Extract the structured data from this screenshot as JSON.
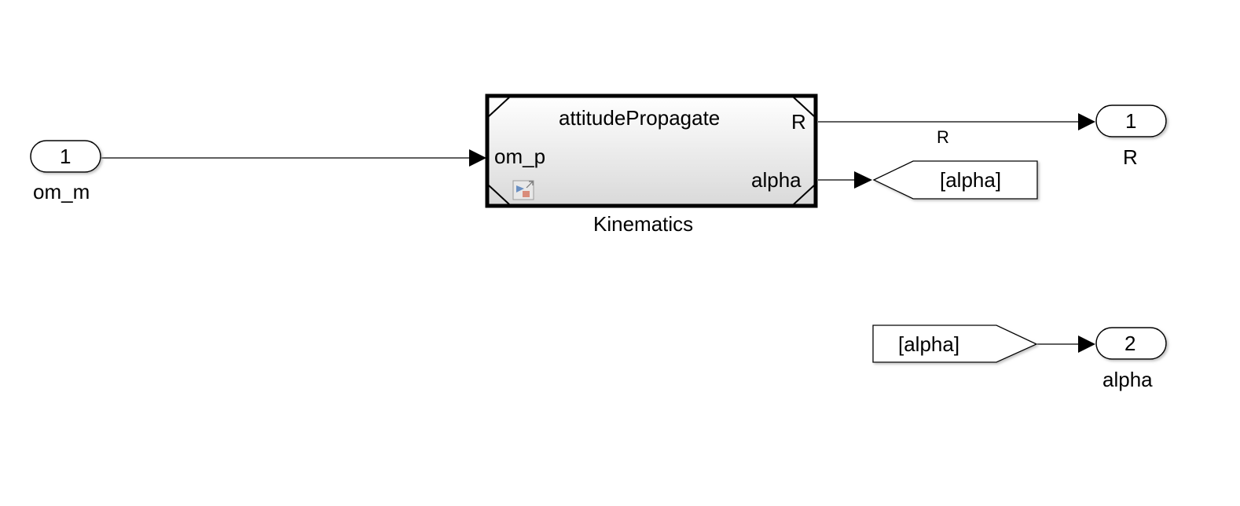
{
  "diagram": {
    "inport": {
      "number": "1",
      "name": "om_m"
    },
    "subsystem": {
      "title": "attitudePropagate",
      "name": "Kinematics",
      "input_port": "om_p",
      "output_ports": [
        "R",
        "alpha"
      ],
      "icon": "model-reference-icon"
    },
    "signal_label_R": "R",
    "goto_tag": "[alpha]",
    "from_tag": "[alpha]",
    "outport_1": {
      "number": "1",
      "name": "R"
    },
    "outport_2": {
      "number": "2",
      "name": "alpha"
    }
  }
}
